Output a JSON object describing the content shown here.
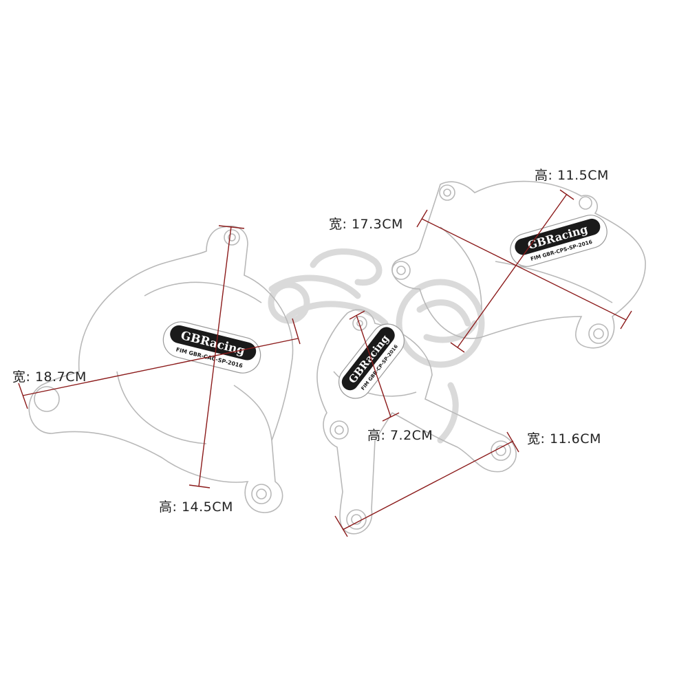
{
  "colors": {
    "background": "#ffffff",
    "outline": "#b8b8b8",
    "measure_line": "#8b1a1a",
    "label_text": "#222222",
    "badge_fill": "#1a1a1a",
    "badge_text": "#ffffff",
    "watermark": "#d6d6d6"
  },
  "watermark": {
    "icon": "motorcycle-rider-logo-icon"
  },
  "parts": [
    {
      "id": "left-cover",
      "badge": {
        "brand": "GBRacing",
        "sub": "FIM GBR-CAC-SP-2016"
      },
      "dimensions": {
        "width_label": "宽: 18.7CM",
        "height_label": "高: 14.5CM"
      }
    },
    {
      "id": "middle-cover",
      "badge": {
        "brand": "GBRacing",
        "sub": "FIM GBR-CP-SP-2016"
      },
      "dimensions": {
        "width_label": "宽: 11.6CM",
        "height_label": "高: 7.2CM"
      }
    },
    {
      "id": "right-cover",
      "badge": {
        "brand": "GBRacing",
        "sub": "FIM GBR-CPS-SP-2016"
      },
      "dimensions": {
        "width_label": "宽: 17.3CM",
        "height_label": "高: 11.5CM"
      }
    }
  ]
}
